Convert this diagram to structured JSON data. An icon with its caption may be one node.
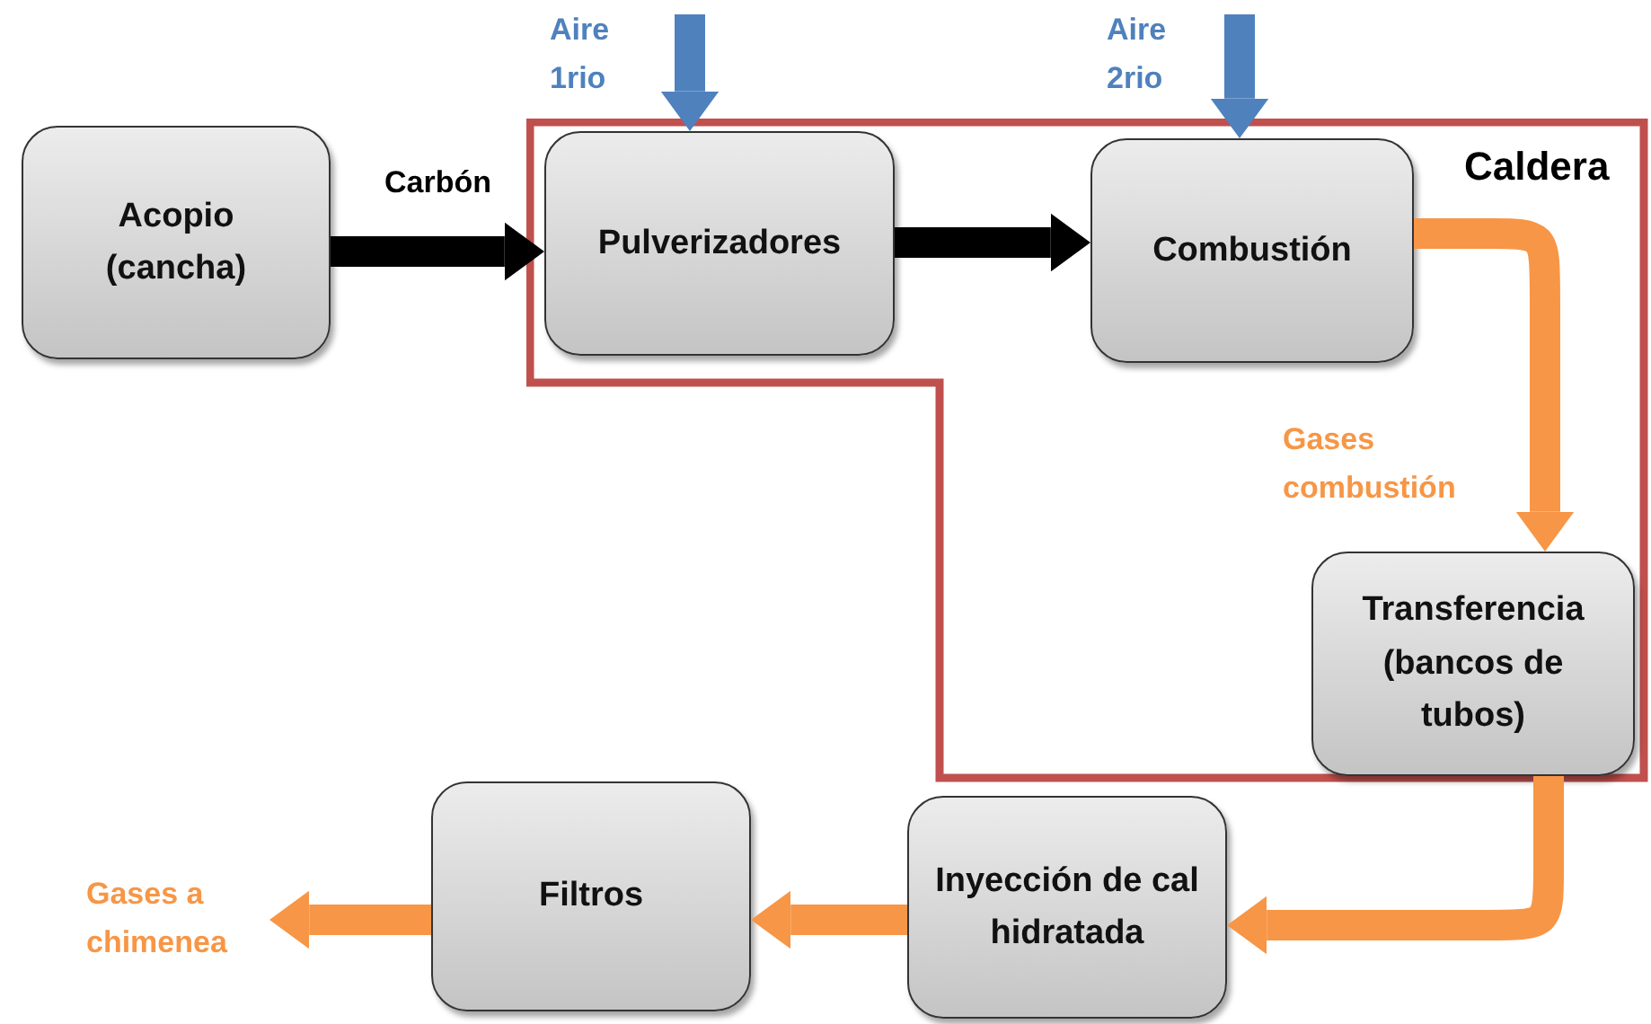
{
  "diagram": {
    "nodes": [
      {
        "text": [
          "Caldera"
        ]
      },
      {
        "text": [
          "Acopio (cancha)"
        ]
      },
      {
        "text": [
          "Pulverizadores"
        ],
        "in": 0
      },
      {
        "text": [
          "Combustión"
        ],
        "in": 0
      },
      {
        "text": [
          "Transferencia (bancos de tubos)"
        ],
        "in": 0
      },
      {
        "text": [
          "Inyección de cal hidratada"
        ]
      },
      {
        "text": [
          "Filtros"
        ]
      }
    ],
    "edges": [
      {
        "from": 1,
        "to": 2,
        "arrow": "to",
        "label": "Carbón",
        "color": "#000000"
      },
      {
        "from": null,
        "to": 2,
        "arrow": "to",
        "label": "Aire 1rio",
        "color": "#4f81bd"
      },
      {
        "from": 2,
        "to": 3,
        "arrow": "to",
        "color": "#000000"
      },
      {
        "from": null,
        "to": 3,
        "arrow": "to",
        "label": "Aire 2rio",
        "color": "#4f81bd"
      },
      {
        "from": 3,
        "to": 4,
        "arrow": "to",
        "label": "Gases combustión"
      },
      {
        "from": 4,
        "to": 5,
        "arrow": "to"
      },
      {
        "from": 5,
        "to": 6,
        "arrow": "to"
      },
      {
        "from": 6,
        "to": null,
        "arrow": "to",
        "label": "Gases a chimenea"
      }
    ]
  }
}
